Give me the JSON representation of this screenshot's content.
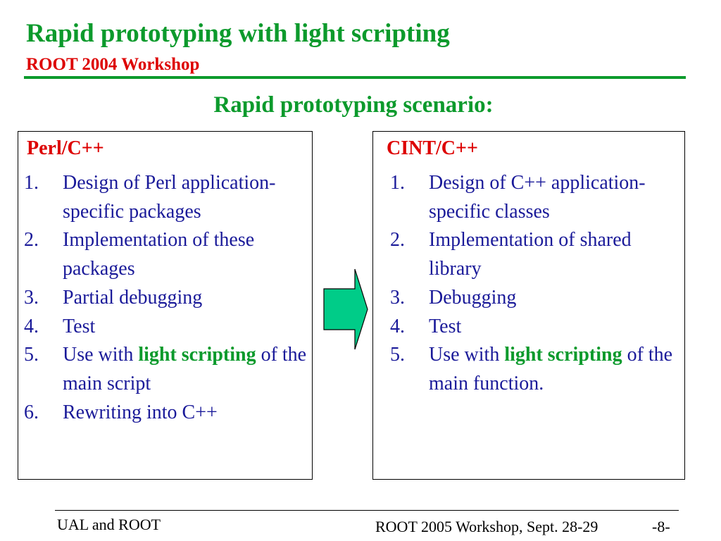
{
  "slide": {
    "title": "Rapid prototyping with light scripting",
    "subtitle": "ROOT 2004 Workshop",
    "heading": "Rapid prototyping scenario:"
  },
  "panels": {
    "left": {
      "title": "Perl/C++",
      "steps": [
        {
          "num": "1.",
          "text": "Design of Perl application-specific packages"
        },
        {
          "num": "2.",
          "text": "Implementation of these packages"
        },
        {
          "num": "3.",
          "text": "Partial debugging"
        },
        {
          "num": "4.",
          "text": "Test"
        },
        {
          "num": "5.",
          "pre": "Use with ",
          "highlight": "light scripting",
          "post": " of the main script"
        },
        {
          "num": "6.",
          "text": "Rewriting into C++"
        }
      ]
    },
    "right": {
      "title": "CINT/C++",
      "steps": [
        {
          "num": "1.",
          "text": "Design of C++ application-specific classes"
        },
        {
          "num": "2.",
          "text": "Implementation of shared library"
        },
        {
          "num": "3.",
          "text": "Debugging"
        },
        {
          "num": "4.",
          "text": "Test"
        },
        {
          "num": "5.",
          "pre": "Use with ",
          "highlight": "light scripting",
          "post": " of the main function."
        }
      ]
    }
  },
  "arrow": {
    "icon": "right-arrow-icon",
    "fill": "#00cc88"
  },
  "footer": {
    "left": "UAL and ROOT",
    "right": "ROOT 2005 Workshop, Sept. 28-29",
    "page": "-8-"
  },
  "colors": {
    "title": "#0c9a2c",
    "accent": "#dd0000",
    "body_text": "#1a1a99"
  }
}
